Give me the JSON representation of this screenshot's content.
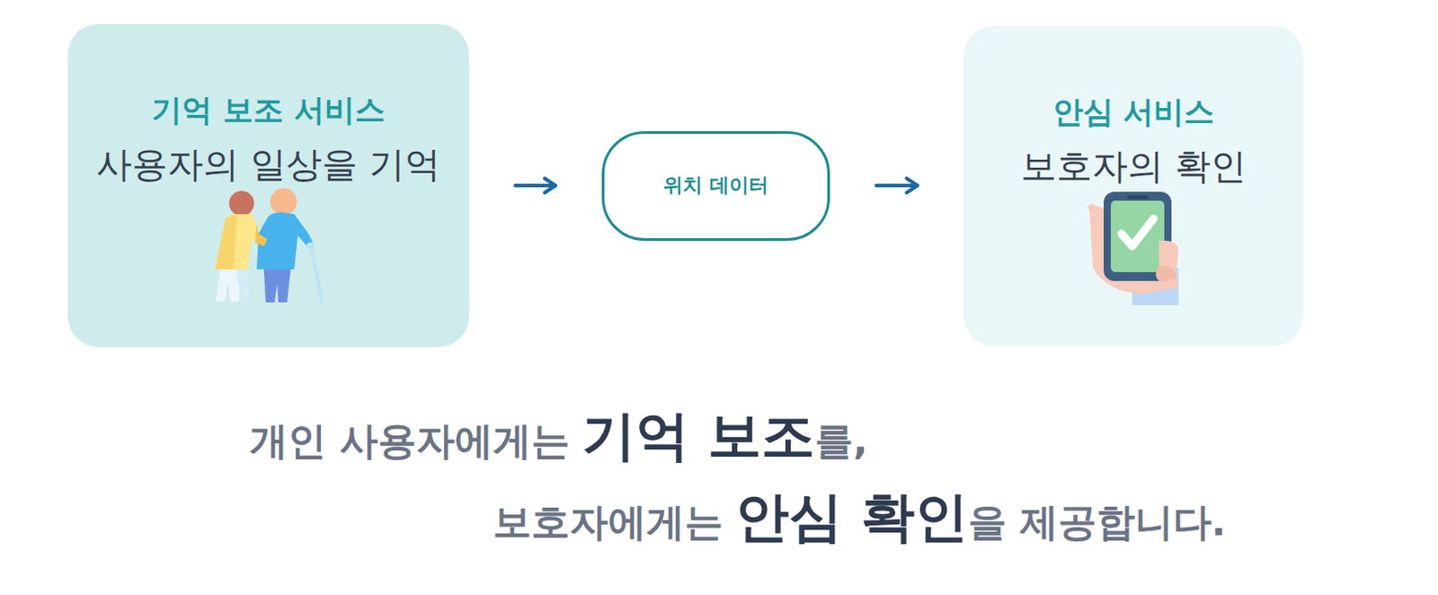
{
  "diagram": {
    "nodes": [
      {
        "text": [
          "기억 보조 서비스",
          "사용자의 일상을 기억"
        ]
      },
      {
        "text": [
          "위치 데이터"
        ]
      },
      {
        "text": [
          "안심 서비스",
          "보호자의 확인"
        ]
      }
    ],
    "edges": [
      {
        "from": 0,
        "to": 1,
        "arrow": "to"
      },
      {
        "from": 1,
        "to": 2,
        "arrow": "to"
      }
    ],
    "labels": [
      "개인 사용자에게는",
      "기억 보조",
      "를,",
      "보호자에게는",
      "안심 확인",
      "을 제공합니다."
    ]
  }
}
